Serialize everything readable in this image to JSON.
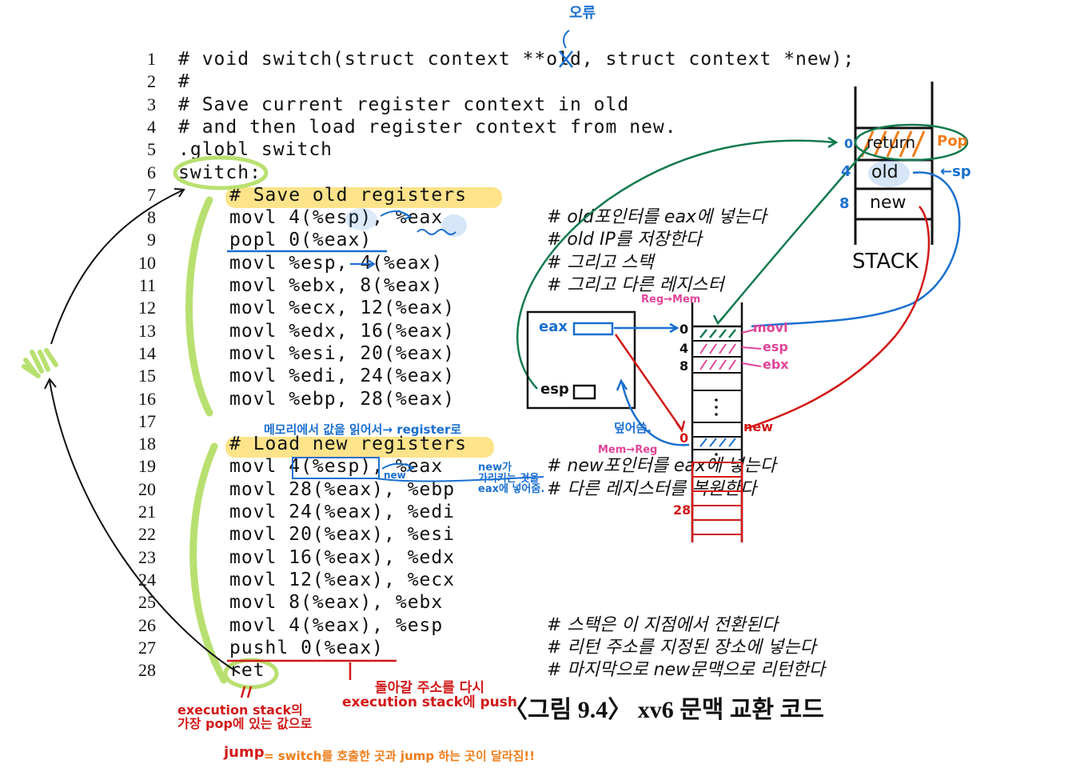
{
  "code": {
    "lines": [
      {
        "n": "1",
        "text": "# void switch(struct context **old, struct context *new);",
        "indent": 0
      },
      {
        "n": "2",
        "text": "#",
        "indent": 0
      },
      {
        "n": "3",
        "text": "# Save current register context in old",
        "indent": 0
      },
      {
        "n": "4",
        "text": "# and then load register context from new.",
        "indent": 0
      },
      {
        "n": "5",
        "text": ".globl switch",
        "indent": 0
      },
      {
        "n": "6",
        "text": "switch:",
        "indent": 0
      },
      {
        "n": "7",
        "text": "# Save old registers",
        "indent": 1
      },
      {
        "n": "8",
        "text": "movl 4(%esp), %eax",
        "indent": 1
      },
      {
        "n": "9",
        "text": "popl 0(%eax)",
        "indent": 1
      },
      {
        "n": "10",
        "text": "movl %esp, 4(%eax)",
        "indent": 1
      },
      {
        "n": "11",
        "text": "movl %ebx, 8(%eax)",
        "indent": 1
      },
      {
        "n": "12",
        "text": "movl %ecx, 12(%eax)",
        "indent": 1
      },
      {
        "n": "13",
        "text": "movl %edx, 16(%eax)",
        "indent": 1
      },
      {
        "n": "14",
        "text": "movl %esi, 20(%eax)",
        "indent": 1
      },
      {
        "n": "15",
        "text": "movl %edi, 24(%eax)",
        "indent": 1
      },
      {
        "n": "16",
        "text": "movl %ebp, 28(%eax)",
        "indent": 1
      },
      {
        "n": "17",
        "text": "",
        "indent": 1
      },
      {
        "n": "18",
        "text": "# Load new registers",
        "indent": 1
      },
      {
        "n": "19",
        "text": "movl 4(%esp), %eax",
        "indent": 1
      },
      {
        "n": "20",
        "text": "movl 28(%eax), %ebp",
        "indent": 1
      },
      {
        "n": "21",
        "text": "movl 24(%eax), %edi",
        "indent": 1
      },
      {
        "n": "22",
        "text": "movl 20(%eax), %esi",
        "indent": 1
      },
      {
        "n": "23",
        "text": "movl 16(%eax), %edx",
        "indent": 1
      },
      {
        "n": "24",
        "text": "movl 12(%eax), %ecx",
        "indent": 1
      },
      {
        "n": "25",
        "text": "movl 8(%eax), %ebx",
        "indent": 1
      },
      {
        "n": "26",
        "text": "movl 4(%eax), %esp",
        "indent": 1
      },
      {
        "n": "27",
        "text": "pushl 0(%eax)",
        "indent": 1
      },
      {
        "n": "28",
        "text": "ret",
        "indent": 1
      }
    ],
    "comments": [
      {
        "line": 8,
        "text": "# old포인터를 eax에 넣는다"
      },
      {
        "line": 9,
        "text": "# old IP를 저장한다"
      },
      {
        "line": 10,
        "text": "# 그리고 스택"
      },
      {
        "line": 11,
        "text": "# 그리고 다른 레지스터"
      },
      {
        "line": 19,
        "text": "# new포인터를 eax에 넣는다"
      },
      {
        "line": 20,
        "text": "# 다른 레지스터를 복원한다"
      },
      {
        "line": 26,
        "text": "# 스택은 이 지점에서 전환된다"
      },
      {
        "line": 27,
        "text": "# 리턴 주소를 지정된 장소에 넣는다"
      },
      {
        "line": 28,
        "text": "# 마지막으로 new문맥으로 리턴한다"
      }
    ]
  },
  "caption": "〈그림 9.4〉 xv6 문맥 교환 코드",
  "annotations": {
    "error_note": "오류",
    "stack_label": "STACK",
    "stack_return": "return",
    "stack_old": "old",
    "stack_new": "new",
    "stack_pop": "Pop",
    "stack_sp": "←sp",
    "stack_offsets": [
      "0",
      "4",
      "8"
    ],
    "reg_mem": "Reg→Mem",
    "mem_reg": "Mem→Reg",
    "eax_label": "eax",
    "esp_label": "esp",
    "mem_offsets": [
      "0",
      "4",
      "8"
    ],
    "mem_offsets2": [
      "0",
      "28"
    ],
    "movl_label": "movl",
    "esp_tag": "esp",
    "ebx_tag": "ebx",
    "new_tag": "new",
    "overwrite": "덮어씀.",
    "read_mem": "메모리에서 값을 읽어서→ register로",
    "new_points": "new가\n가리키는 것을\neax에 넣어줌.",
    "new_small": "new",
    "return_addr": "돌아갈 주소를 다시\nexecution stack에 push",
    "exec_stack": "execution stack의\n가장 pop에 있는 값으로",
    "jump": "jump",
    "jump_note": "= switch를 호출한 곳과 jump 하는 곳이 달라짐!!",
    "equal_mark": "//"
  },
  "colors": {
    "green_highlight": "#b8e070",
    "yellow_highlight": "#fde38a",
    "blue": "#1a6fd0",
    "pink": "#e0449a",
    "red": "#d21818",
    "orange": "#ef7d1a",
    "dark_green": "#137a4e"
  }
}
